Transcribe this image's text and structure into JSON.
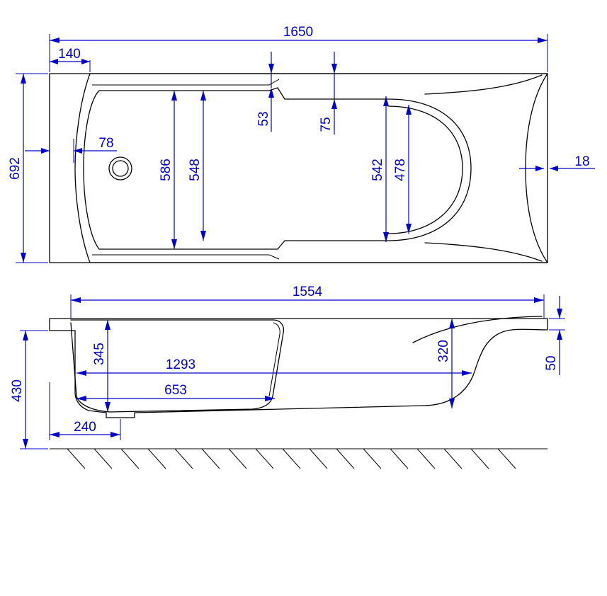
{
  "colors": {
    "dimension": "#0000cc",
    "outline": "#000000",
    "background": "#ffffff"
  },
  "top_view": {
    "overall_length": "1650",
    "rim_width_left": "140",
    "overall_width": "692",
    "drain_offset": "78",
    "basin_width_outer": "586",
    "basin_width_inner": "548",
    "step_depth_small": "53",
    "step_depth_large": "75",
    "head_width_outer": "542",
    "head_width_inner": "478",
    "rim_width_right": "18"
  },
  "side_view": {
    "inner_length": "1554",
    "overall_height": "430",
    "basin_depth": "345",
    "bottom_length": "1293",
    "flat_bottom_length": "653",
    "drain_position": "240",
    "backrest_depth": "320",
    "rim_thickness": "50"
  }
}
